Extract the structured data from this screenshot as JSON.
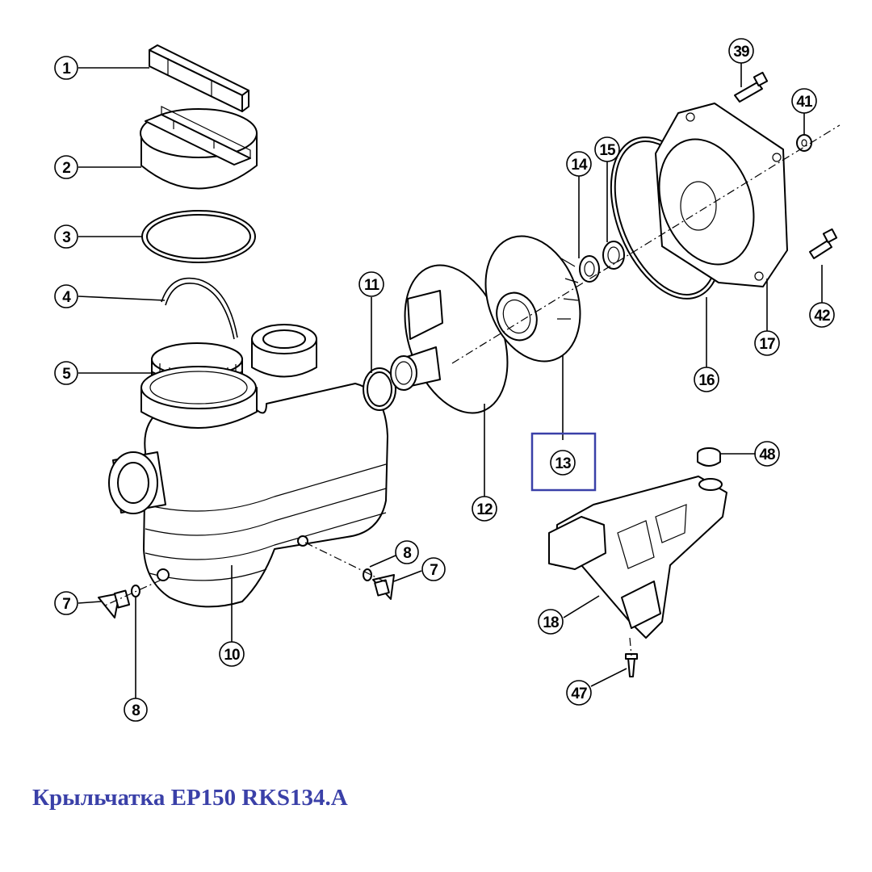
{
  "caption": "Крыльчатка EP150 RKS134.A",
  "highlight_color": "#3a40a8",
  "callouts": [
    {
      "id": "c1",
      "label": "1"
    },
    {
      "id": "c2",
      "label": "2"
    },
    {
      "id": "c3",
      "label": "3"
    },
    {
      "id": "c4",
      "label": "4"
    },
    {
      "id": "c5",
      "label": "5"
    },
    {
      "id": "c7a",
      "label": "7"
    },
    {
      "id": "c7b",
      "label": "7"
    },
    {
      "id": "c8a",
      "label": "8"
    },
    {
      "id": "c8b",
      "label": "8"
    },
    {
      "id": "c10",
      "label": "10"
    },
    {
      "id": "c11",
      "label": "11"
    },
    {
      "id": "c12",
      "label": "12"
    },
    {
      "id": "c13",
      "label": "13"
    },
    {
      "id": "c14",
      "label": "14"
    },
    {
      "id": "c15",
      "label": "15"
    },
    {
      "id": "c16",
      "label": "16"
    },
    {
      "id": "c17",
      "label": "17"
    },
    {
      "id": "c18",
      "label": "18"
    },
    {
      "id": "c39",
      "label": "39"
    },
    {
      "id": "c41",
      "label": "41"
    },
    {
      "id": "c42",
      "label": "42"
    },
    {
      "id": "c47",
      "label": "47"
    },
    {
      "id": "c48",
      "label": "48"
    }
  ]
}
